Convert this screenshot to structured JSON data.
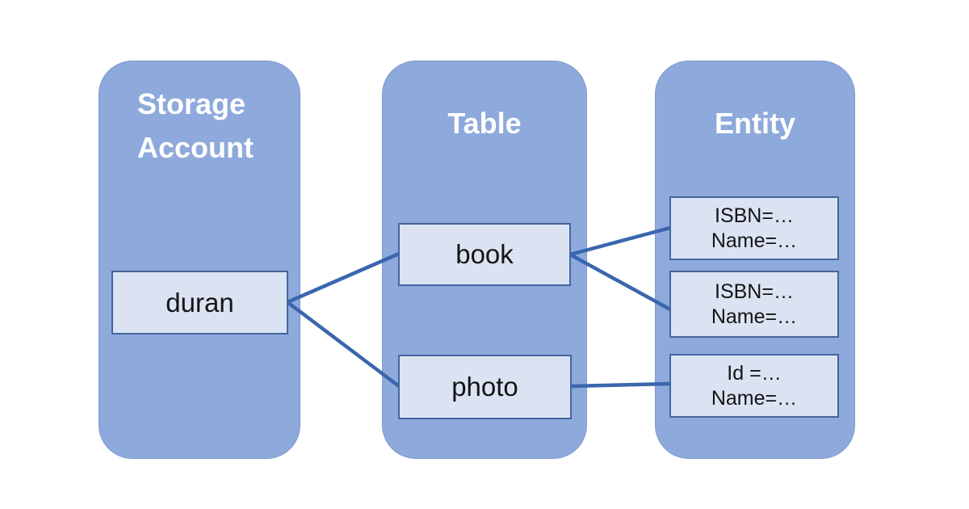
{
  "diagram": {
    "columns": [
      {
        "id": "storage-account",
        "title": "Storage Account",
        "title_lines": [
          "Storage",
          "Account"
        ],
        "items": [
          {
            "id": "duran",
            "lines": [
              "duran"
            ]
          }
        ]
      },
      {
        "id": "table",
        "title": "Table",
        "items": [
          {
            "id": "book",
            "lines": [
              "book"
            ]
          },
          {
            "id": "photo",
            "lines": [
              "photo"
            ]
          }
        ]
      },
      {
        "id": "entity",
        "title": "Entity",
        "items": [
          {
            "id": "entity-1",
            "lines": [
              "ISBN=…",
              "Name=…"
            ]
          },
          {
            "id": "entity-2",
            "lines": [
              "ISBN=…",
              "Name=…"
            ]
          },
          {
            "id": "entity-3",
            "lines": [
              "Id =…",
              "Name=…"
            ]
          }
        ]
      }
    ],
    "connections": [
      {
        "from": "duran",
        "to": "book"
      },
      {
        "from": "duran",
        "to": "photo"
      },
      {
        "from": "book",
        "to": "entity-1"
      },
      {
        "from": "book",
        "to": "entity-2"
      },
      {
        "from": "photo",
        "to": "entity-3"
      }
    ],
    "colors": {
      "background": "#FFFFFF",
      "panel_fill": "#8EA9DB",
      "box_fill": "#DBE3F3",
      "box_border": "#44669F",
      "connector_line": "#3A66AE",
      "heading_text": "#FFFFFF",
      "box_text": "#141414"
    }
  }
}
